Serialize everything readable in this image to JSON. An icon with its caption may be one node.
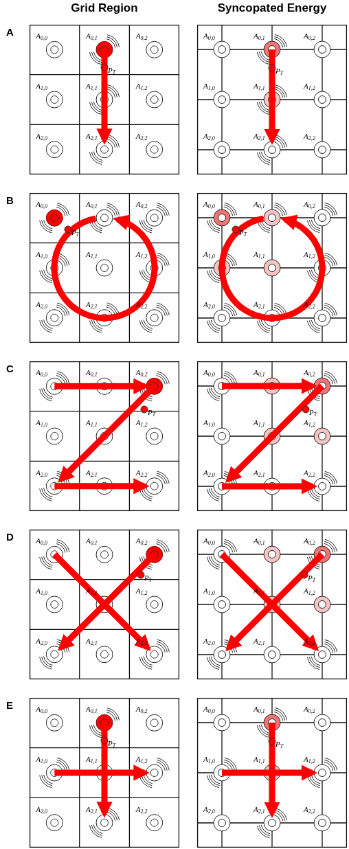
{
  "diagram": {
    "labels": [
      "Grid Region",
      "Syncopated Energy",
      "A",
      "A$_{0,0}$",
      "A$_{0,1}$",
      "A$_{0,2}$",
      "A$_{1,0}$",
      "A$_{1,1}$",
      "A$_{1,2}$",
      "A$_{2,0}$",
      "A$_{2,1}$",
      "A$_{2,2}$",
      "P$_{T}$",
      "A$_{0,0}$",
      "A$_{0,1}$",
      "A$_{0,2}$",
      "A$_{1,0}$",
      "A$_{1,1}$",
      "A$_{1,2}$",
      "A$_{2,0}$",
      "A$_{2,1}$",
      "A$_{2,2}$",
      "P$_{T}$",
      "B",
      "A$_{0,0}$",
      "A$_{0,1}$",
      "A$_{0,2}$",
      "A$_{1,0}$",
      "A$_{1,1}$",
      "A$_{1,2}$",
      "A$_{2,0}$",
      "A$_{2,1}$",
      "A$_{2,2}$",
      "P$_{T}$",
      "A$_{0,0}$",
      "A$_{0,1}$",
      "A$_{0,2}$",
      "A$_{1,0}$",
      "A$_{1,1}$",
      "A$_{1,2}$",
      "A$_{2,0}$",
      "A$_{2,1}$",
      "A$_{2,2}$",
      "P$_{T}$",
      "C",
      "A$_{0,0}$",
      "A$_{0,1}$",
      "A$_{0,2}$",
      "A$_{1,0}$",
      "A$_{1,1}$",
      "A$_{1,2}$",
      "A$_{2,0}$",
      "A$_{2,1}$",
      "A$_{2,2}$",
      "P$_{T}$",
      "A$_{0,0}$",
      "A$_{0,1}$",
      "A$_{0,2}$",
      "A$_{1,0}$",
      "A$_{1,1}$",
      "A$_{1,2}$",
      "A$_{2,0}$",
      "A$_{2,1}$",
      "A$_{2,2}$",
      "P$_{T}$",
      "D",
      "A$_{0,0}$",
      "A$_{0,1}$",
      "A$_{0,2}$",
      "A$_{1,0}$",
      "A$_{1,1}$",
      "A$_{1,2}$",
      "A$_{2,0}$",
      "A$_{2,1}$",
      "A$_{2,2}$",
      "P$_{T}$",
      "A$_{0,0}$",
      "A$_{0,1}$",
      "A$_{0,2}$",
      "A$_{1,0}$",
      "A$_{1,1}$",
      "A$_{1,2}$",
      "A$_{2,0}$",
      "A$_{2,1}$",
      "A$_{2,2}$",
      "P$_{T}$",
      "E",
      "A$_{0,0}$",
      "A$_{0,1}$",
      "A$_{0,2}$",
      "A$_{1,0}$",
      "A$_{1,1}$",
      "A$_{1,2}$",
      "A$_{2,0}$",
      "A$_{2,1}$",
      "A$_{2,2}$",
      "P$_{T}$",
      "A$_{0,0}$",
      "A$_{0,1}$",
      "A$_{0,2}$",
      "A$_{1,0}$",
      "A$_{1,1}$",
      "A$_{1,2}$",
      "A$_{2,0}$",
      "A$_{2,1}$",
      "A$_{2,2}$",
      "P$_{T}$"
    ]
  }
}
